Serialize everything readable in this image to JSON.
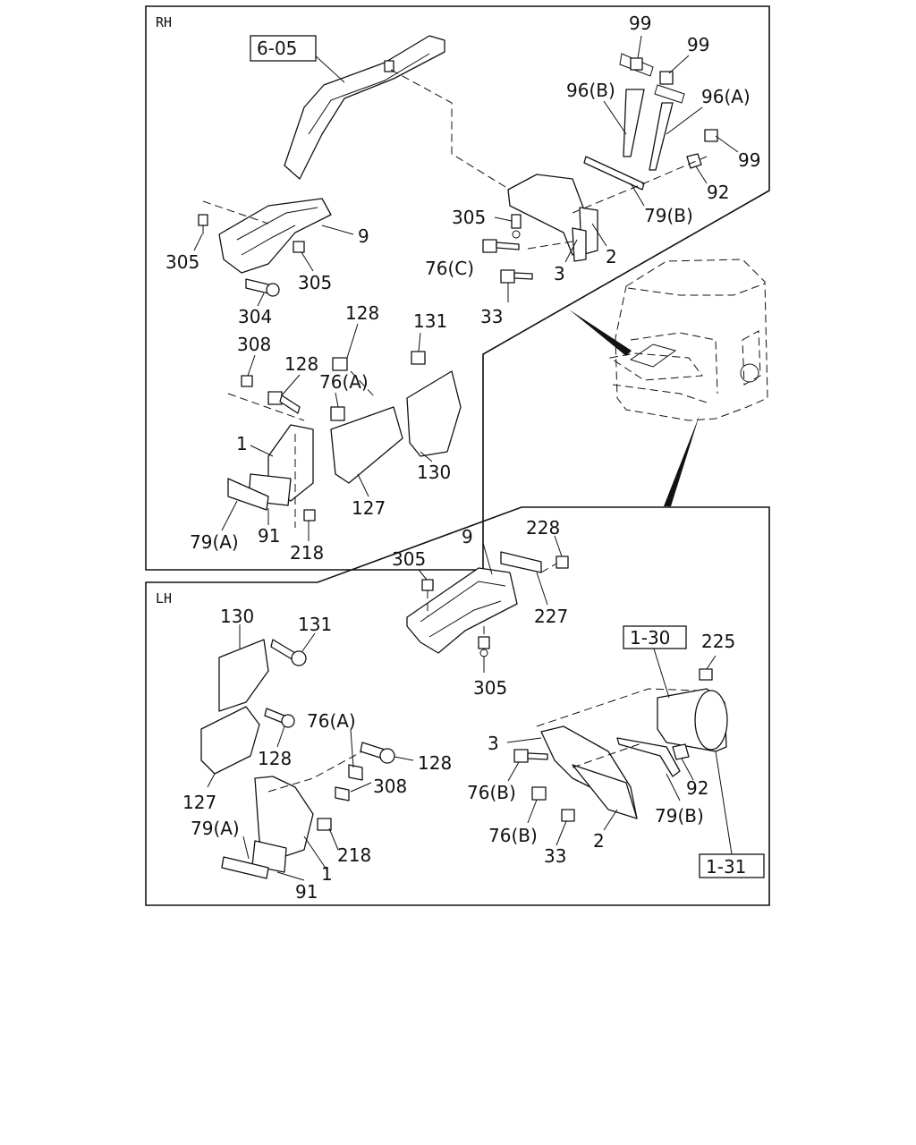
{
  "sections": {
    "rh": "RH",
    "lh": "LH"
  },
  "refs": {
    "r605": "6-05",
    "r130": "1-30",
    "r131": "1-31"
  },
  "rh_labels": {
    "p99a": "99",
    "p99b": "99",
    "p96b": "96(B)",
    "p96a": "96(A)",
    "p99c": "99",
    "p92": "92",
    "p79b": "79(B)",
    "p305a": "305",
    "p2": "2",
    "p76c": "76(C)",
    "p3": "3",
    "p33": "33",
    "p9": "9",
    "p305b": "305",
    "p305c": "305",
    "p304": "304",
    "p128a": "128",
    "p131": "131",
    "p308": "308",
    "p128b": "128",
    "p76a": "76(A)",
    "p1": "1",
    "p130": "130",
    "p127": "127",
    "p79a": "79(A)",
    "p91": "91",
    "p218": "218"
  },
  "lh_labels": {
    "p9": "9",
    "p228": "228",
    "p305a": "305",
    "p227": "227",
    "p305b": "305",
    "p130": "130",
    "p131": "131",
    "p76a": "76(A)",
    "p128a": "128",
    "p128b": "128",
    "p308": "308",
    "p127": "127",
    "p79a": "79(A)",
    "p218": "218",
    "p1": "1",
    "p91": "91",
    "p225": "225",
    "p3": "3",
    "p76b1": "76(B)",
    "p92": "92",
    "p79b": "79(B)",
    "p76b2": "76(B)",
    "p2": "2",
    "p33": "33"
  }
}
